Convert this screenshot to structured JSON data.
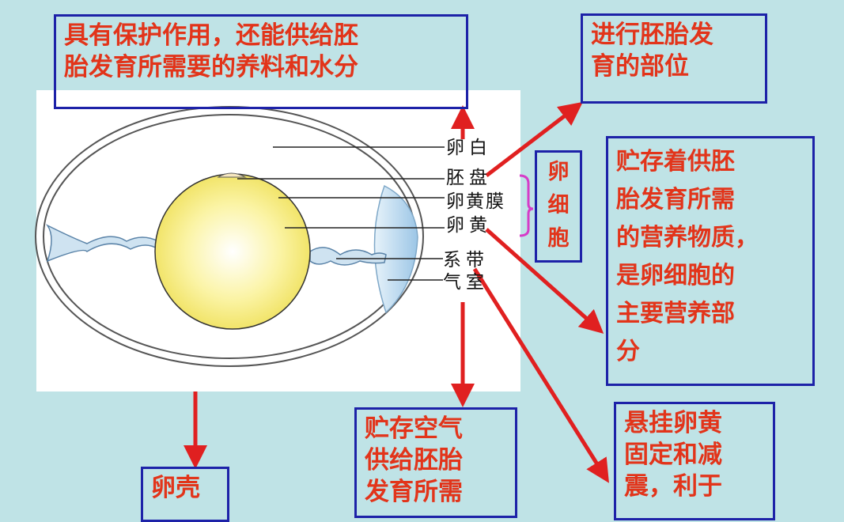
{
  "colors": {
    "background": "#bfe3e6",
    "box_border": "#1d22a8",
    "box_text": "#e2341a",
    "arrow": "#e02020",
    "bracket": "#d63cc8",
    "yolk": "#f4e96a",
    "air_cell": "#a9d0ea"
  },
  "boxes": {
    "albumen_function": "具有保护作用，还能供给胚\n胎发育所需要的养料和水分",
    "germinal_disc_function": "进行胚胎发\n育的部位",
    "egg_cell": "卵\n细\n胞",
    "yolk_function": "贮存着供胚\n胎发育所需\n的营养物质，\n是卵细胞的\n主要营养部\n分",
    "air_cell_function": "贮存空气\n供给胚胎\n发育所需",
    "chalaza_function": "悬挂卵黄\n固定和减\n震，利于",
    "shell": "卵壳"
  },
  "labels": {
    "albumen": "卵白",
    "germinal_disc": "胚盘",
    "yolk_membrane": "卵黄膜",
    "yolk": "卵黄",
    "chalaza": "系带",
    "air_cell": "气室"
  }
}
